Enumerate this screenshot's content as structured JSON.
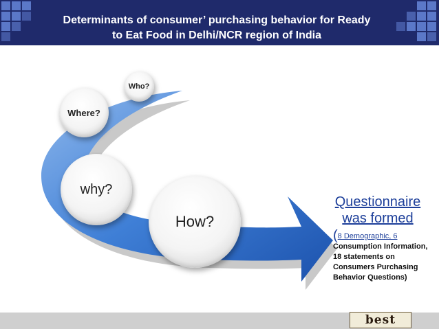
{
  "slide": {
    "title_line1": "Determinants of consumer’ purchasing behavior for Ready",
    "title_line2": "to Eat Food in Delhi/NCR region of India"
  },
  "diagram": {
    "bubbles": [
      {
        "label": "Who?"
      },
      {
        "label": "Where?"
      },
      {
        "label": "why?"
      },
      {
        "label": "How?"
      }
    ]
  },
  "questionnaire": {
    "heading_line1": "Questionnaire",
    "heading_line2": "was formed",
    "paren_open": "(",
    "first_item": "8 Demographic, 6",
    "details": "Consumption Information, 18 statements on Consumers Purchasing Behavior Questions)"
  },
  "footer": {
    "logo_text": "best"
  },
  "colors": {
    "header_bg": "#1f2a6b",
    "accent_blue": "#1d3f9a",
    "arrow_blue": "#2f6fd0",
    "grid_blue": "#5b78c8",
    "footer_bg": "#cfcfcf"
  }
}
